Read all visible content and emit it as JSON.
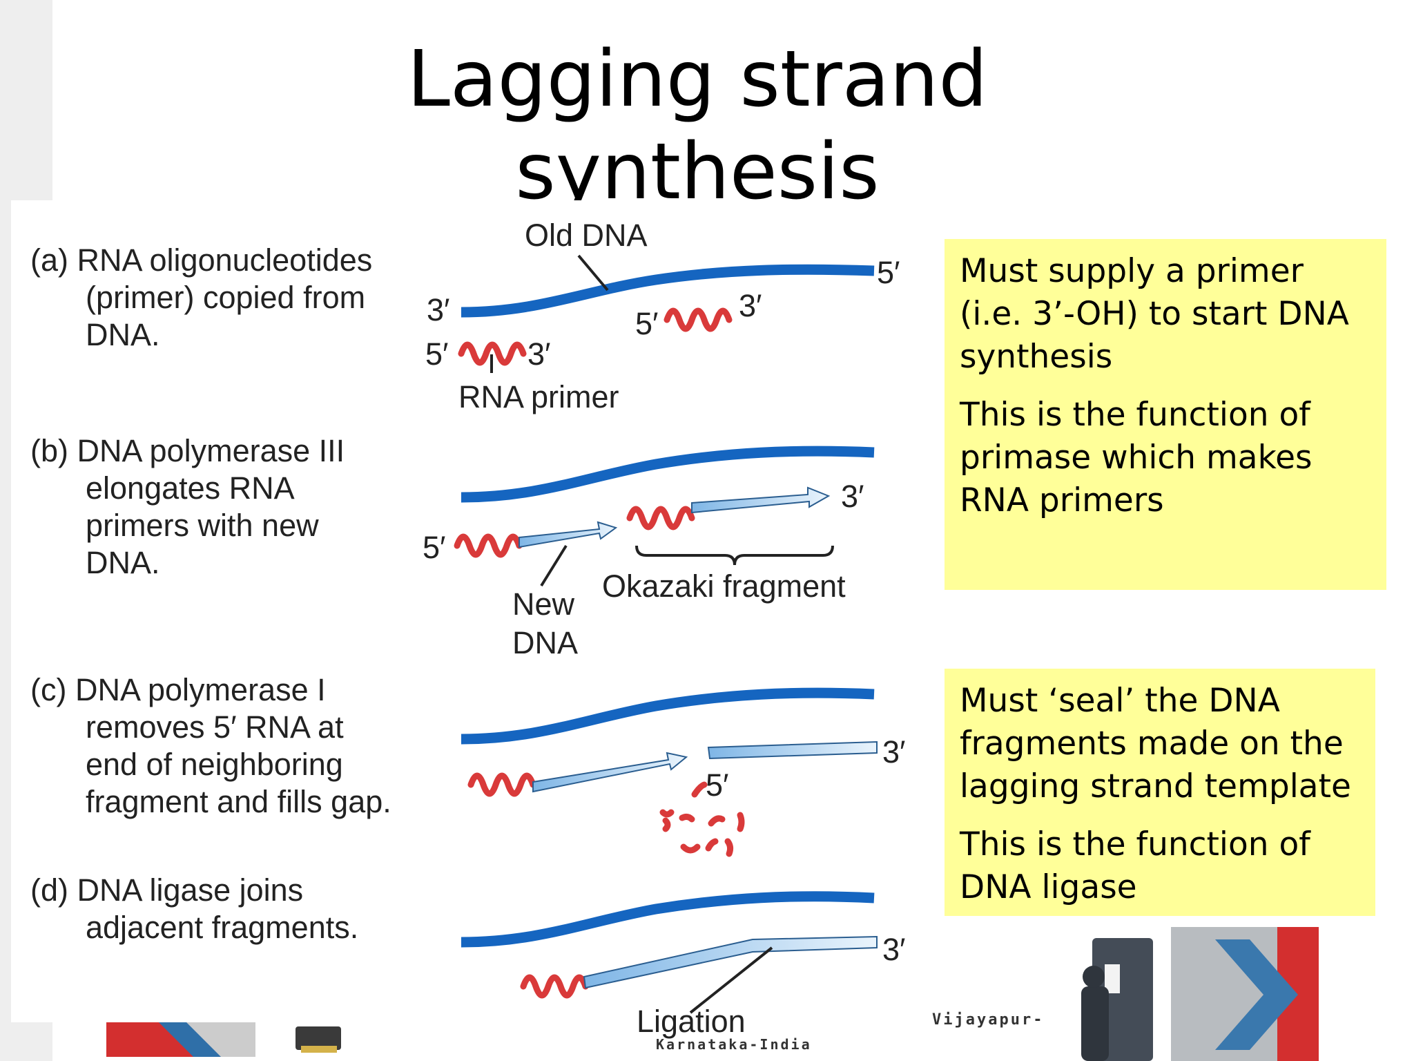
{
  "title": "Lagging strand synthesis",
  "steps": {
    "a": [
      "(a) RNA oligonucleotides",
      "(primer) copied from",
      "DNA."
    ],
    "b": [
      "(b) DNA polymerase III",
      "elongates RNA",
      "primers with new",
      "DNA."
    ],
    "c": [
      "(c) DNA polymerase I",
      "removes 5′ RNA at",
      "end of neighboring",
      "fragment and fills gap."
    ],
    "d": [
      "(d) DNA ligase joins",
      "adjacent fragments."
    ]
  },
  "labels": {
    "old_dna": "Old DNA",
    "five_prime": "5′",
    "three_prime": "3′",
    "rna_primer": "RNA primer",
    "new_dna_line1": "New",
    "new_dna_line2": "DNA",
    "okazaki_fragment": "Okazaki fragment",
    "ligation": "Ligation"
  },
  "notes": {
    "primer": [
      "Must supply a primer (i.e. 3’-OH) to start DNA synthesis",
      "This is the function of primase which makes RNA primers"
    ],
    "ligase": [
      "Must ‘seal’ the DNA fragments made on the lagging strand template",
      "This is the function of DNA ligase"
    ]
  },
  "footer": {
    "left_text": "Vijayapur-",
    "center_text": "Karnataka-India"
  },
  "colors": {
    "old_dna": "#1565c0",
    "rna": "#d93a3a",
    "new_dna": "#a9d0f0",
    "note_bg": "#ffff99"
  }
}
